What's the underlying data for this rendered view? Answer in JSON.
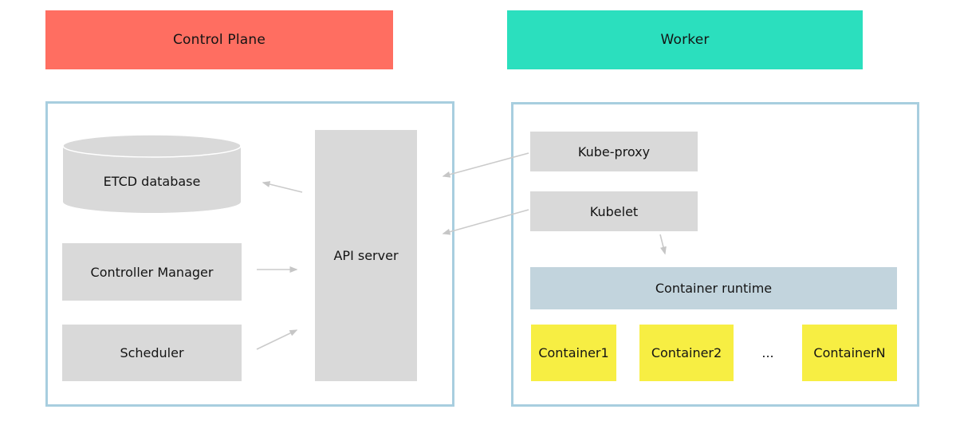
{
  "diagram": {
    "headers": {
      "control_plane": "Control Plane",
      "worker": "Worker"
    },
    "control_plane": {
      "etcd": "ETCD database",
      "controller_manager": "Controller Manager",
      "scheduler": "Scheduler",
      "api_server": "API server"
    },
    "worker": {
      "kube_proxy": "Kube-proxy",
      "kubelet": "Kubelet",
      "container_runtime": "Container runtime",
      "container1": "Container1",
      "container2": "Container2",
      "ellipsis": "...",
      "containerN": "ContainerN"
    },
    "colors": {
      "control_plane_header": "#ff6e61",
      "worker_header": "#2bdfbe",
      "node_gray": "#d9d9d9",
      "container_runtime_blue": "#c2d4dd",
      "container_yellow": "#f7ee43",
      "panel_border": "#a8cedf",
      "arrow_gray": "#cbcbcb"
    }
  }
}
